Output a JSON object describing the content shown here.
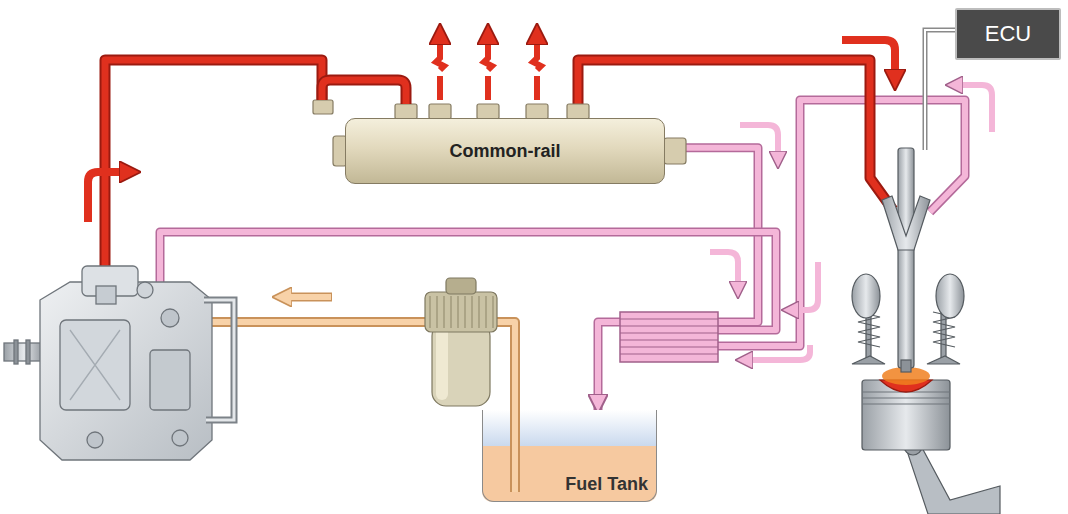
{
  "diagram": {
    "nodes": [
      {
        "text": [
          "ECU"
        ]
      },
      {
        "text": [
          "Common-rail"
        ]
      },
      {
        "text": [
          "Fuel Tank"
        ]
      }
    ],
    "edges": [
      {
        "from": 1,
        "to": 2,
        "arrow": "to"
      }
    ]
  }
}
